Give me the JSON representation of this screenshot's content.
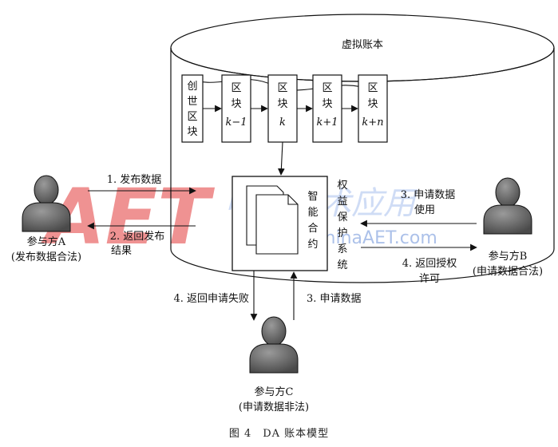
{
  "ledger": {
    "title": "虚拟账本"
  },
  "blocks": {
    "genesis": [
      "创",
      "世",
      "区",
      "块"
    ],
    "block_k_minus_1": {
      "chars": [
        "区",
        "块"
      ],
      "index": "k−1"
    },
    "block_k": {
      "chars": [
        "区",
        "块"
      ],
      "index": "k"
    },
    "block_k_plus_1": {
      "chars": [
        "区",
        "块"
      ],
      "index": "k+1"
    },
    "block_k_plus_n": {
      "chars": [
        "区",
        "块"
      ],
      "index": "k+n"
    }
  },
  "smart_contract": {
    "chars": [
      "智",
      "能",
      "合",
      "约"
    ]
  },
  "rights_system": {
    "chars": [
      "权",
      "益",
      "保",
      "护",
      "系",
      "统"
    ]
  },
  "party_a": {
    "name": "参与方A",
    "role": "(发布数据合法)"
  },
  "party_b": {
    "name": "参与方B",
    "role": "(申请数据合法)"
  },
  "party_c": {
    "name": "参与方C",
    "role": "(申请数据非法)"
  },
  "flows": {
    "a_publish": "1. 发布数据",
    "a_result_line1": "2. 返回发布",
    "a_result_line2": "结果",
    "b_apply_line1": "3. 申请数据",
    "b_apply_line2": "使用",
    "b_license_line1": "4. 返回授权",
    "b_license_line2": "许可",
    "c_fail": "4. 返回申请失败",
    "c_apply": "3. 申请数据"
  },
  "watermark": {
    "logo": "AET",
    "url": "www.ChinaAET.com",
    "script": "电子技术应用"
  },
  "caption": "图 4　DA 账本模型"
}
